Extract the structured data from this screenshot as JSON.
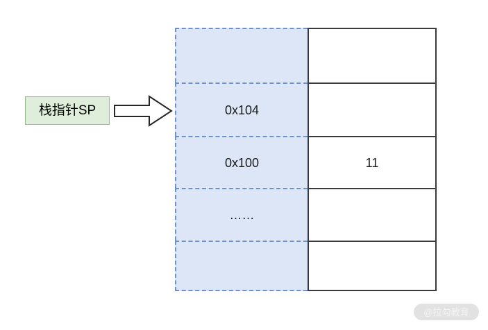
{
  "diagram": {
    "title": "stack-pointer-memory-layout",
    "pointer": {
      "label": "栈指针SP",
      "fill_color": "#dfeeda",
      "border_color": "#9bbb86",
      "arrow_icon": "right-block-arrow-icon"
    },
    "memory_table": {
      "address_column": {
        "fill_color": "#dce6f7",
        "border_color": "#6d91c9",
        "border_style": "dashed"
      },
      "value_column": {
        "fill_color": "#ffffff",
        "border_color": "#3a3a3a",
        "border_style": "solid"
      },
      "rows": [
        {
          "address": "",
          "value": ""
        },
        {
          "address": "0x104",
          "value": ""
        },
        {
          "address": "0x100",
          "value": "11"
        },
        {
          "address": "……",
          "value": ""
        },
        {
          "address": "",
          "value": ""
        }
      ]
    }
  },
  "watermark": {
    "text": "@拉勾教育"
  }
}
